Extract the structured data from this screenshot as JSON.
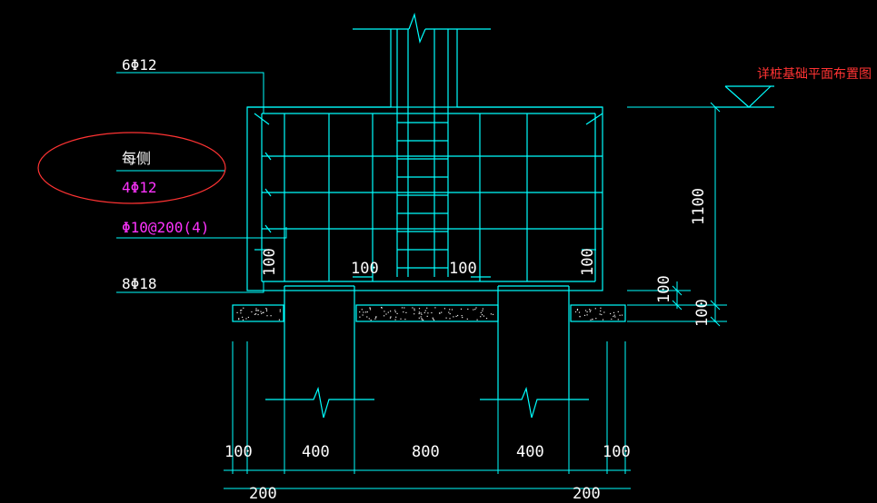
{
  "colors": {
    "background": "#000000",
    "drawing": "#00ffff",
    "label": "#ffffff",
    "magenta": "#ff33ff",
    "highlight": "#ff3333",
    "concrete": "#e8e8e8"
  },
  "labels": {
    "top_rebar": "6Φ12",
    "each_side": "每侧",
    "side_rebar": "4Φ12",
    "stirrup": "Φ10@200(4)",
    "bottom_rebar": "8Φ18",
    "reference_note": "详桩基础平面布置图"
  },
  "dimensions": {
    "height_total": "1100",
    "offset_a": "100",
    "offset_b": "100",
    "cover_left": "100",
    "cover_mid_left": "100",
    "cover_mid_right": "100",
    "cover_right": "100",
    "bottom": [
      "100",
      "400",
      "800",
      "400",
      "100"
    ],
    "bottom_second": [
      "200",
      "200"
    ]
  },
  "icons": {
    "elevation_mark": "triangle-elevation-icon",
    "break_line": "zigzag-break-icon"
  }
}
